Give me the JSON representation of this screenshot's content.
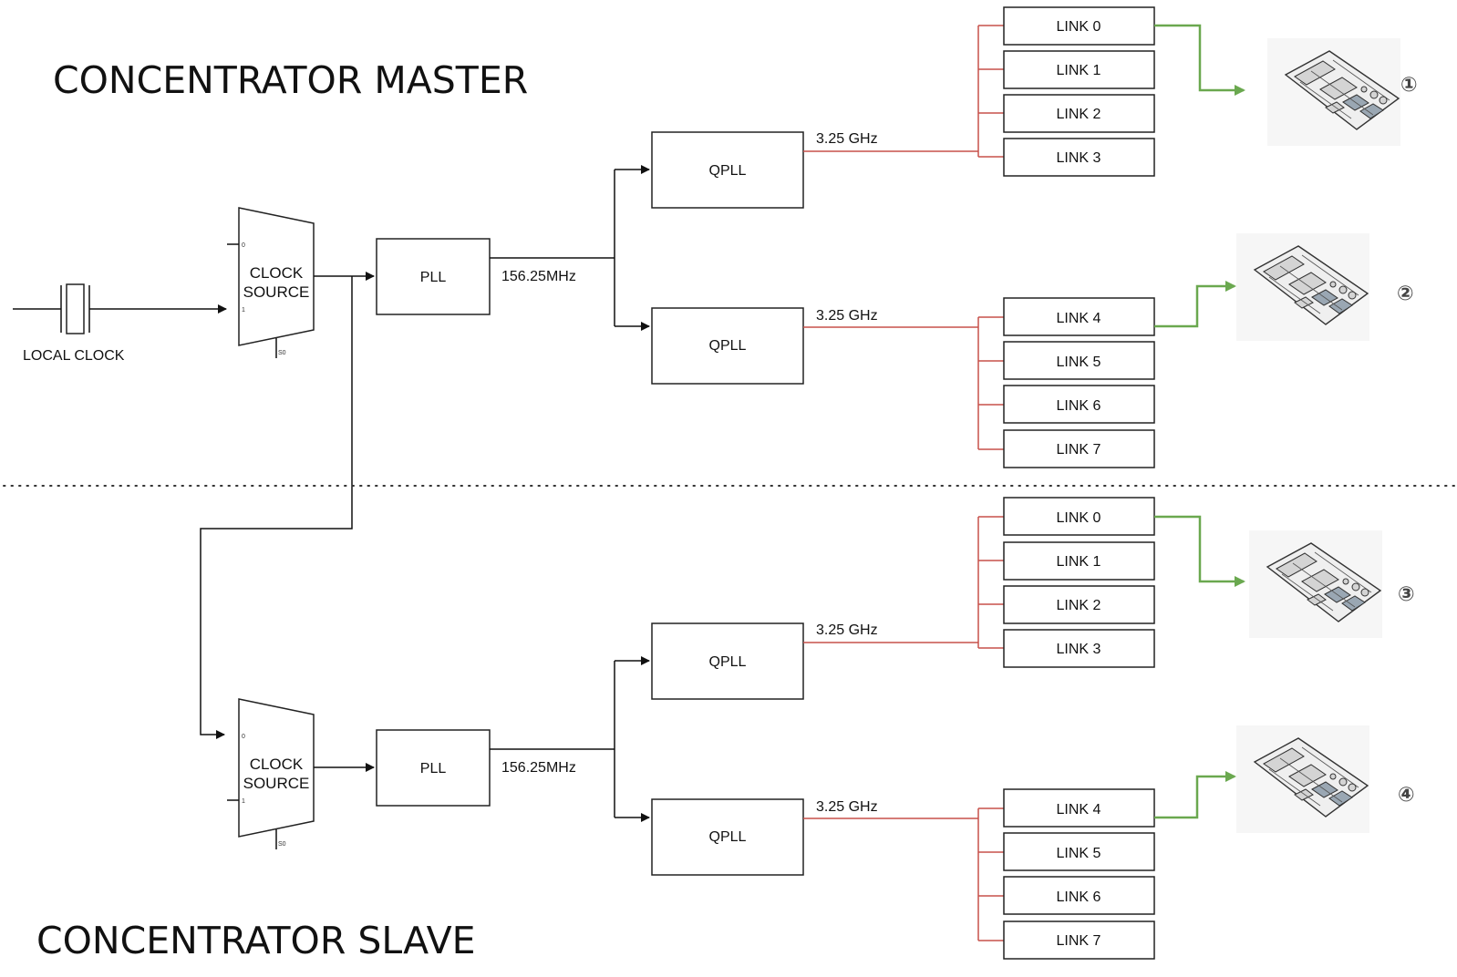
{
  "master": {
    "title": "CONCENTRATOR MASTER",
    "local_clock": "LOCAL CLOCK",
    "clock_source": [
      "CLOCK",
      "SOURCE"
    ],
    "mux_pins": {
      "in0": "0",
      "in1": "1",
      "sel": "S0"
    },
    "pll": "PLL",
    "pll_freq": "156.25MHz",
    "qpll_top": "QPLL",
    "qpll_top_freq": "3.25 GHz",
    "qpll_bottom": "QPLL",
    "qpll_bottom_freq": "3.25 GHz",
    "links": [
      "LINK 0",
      "LINK 1",
      "LINK 2",
      "LINK 3",
      "LINK 4",
      "LINK 5",
      "LINK 6",
      "LINK 7"
    ],
    "boards": [
      "①",
      "②"
    ]
  },
  "slave": {
    "title": "CONCENTRATOR SLAVE",
    "clock_source": [
      "CLOCK",
      "SOURCE"
    ],
    "mux_pins": {
      "in0": "0",
      "in1": "1",
      "sel": "S0"
    },
    "pll": "PLL",
    "pll_freq": "156.25MHz",
    "qpll_top": "QPLL",
    "qpll_top_freq": "3.25 GHz",
    "qpll_bottom": "QPLL",
    "qpll_bottom_freq": "3.25 GHz",
    "links": [
      "LINK 0",
      "LINK 1",
      "LINK 2",
      "LINK 3",
      "LINK 4",
      "LINK 5",
      "LINK 6",
      "LINK 7"
    ],
    "boards": [
      "③",
      "④"
    ]
  },
  "colors": {
    "clock_lines": "#111111",
    "qpll_fanout": "#c7504a",
    "board_link": "#6aa84f"
  },
  "icons": {
    "crystal": "crystal-oscillator-icon",
    "board": "circuit-board-icon"
  }
}
